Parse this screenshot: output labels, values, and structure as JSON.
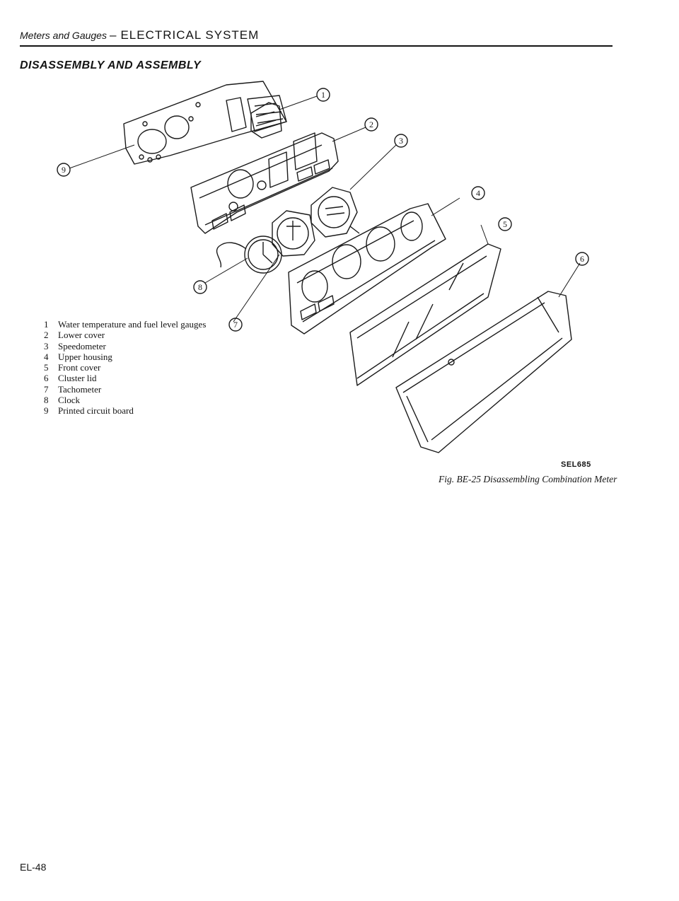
{
  "header": {
    "section": "Meters and Gauges",
    "dash": "–",
    "system": "ELECTRICAL SYSTEM"
  },
  "title": "DISASSEMBLY AND ASSEMBLY",
  "figure": {
    "callouts": [
      "1",
      "2",
      "3",
      "4",
      "5",
      "6",
      "7",
      "8",
      "9"
    ],
    "legend": [
      {
        "num": "1",
        "text": "Water temperature and fuel level gauges"
      },
      {
        "num": "2",
        "text": "Lower cover"
      },
      {
        "num": "3",
        "text": "Speedometer"
      },
      {
        "num": "4",
        "text": "Upper housing"
      },
      {
        "num": "5",
        "text": "Front cover"
      },
      {
        "num": "6",
        "text": "Cluster lid"
      },
      {
        "num": "7",
        "text": "Tachometer"
      },
      {
        "num": "8",
        "text": "Clock"
      },
      {
        "num": "9",
        "text": "Printed circuit board"
      }
    ],
    "code": "SEL685",
    "caption": "Fig. BE-25 Disassembling Combination Meter"
  },
  "page_number": "EL-48"
}
